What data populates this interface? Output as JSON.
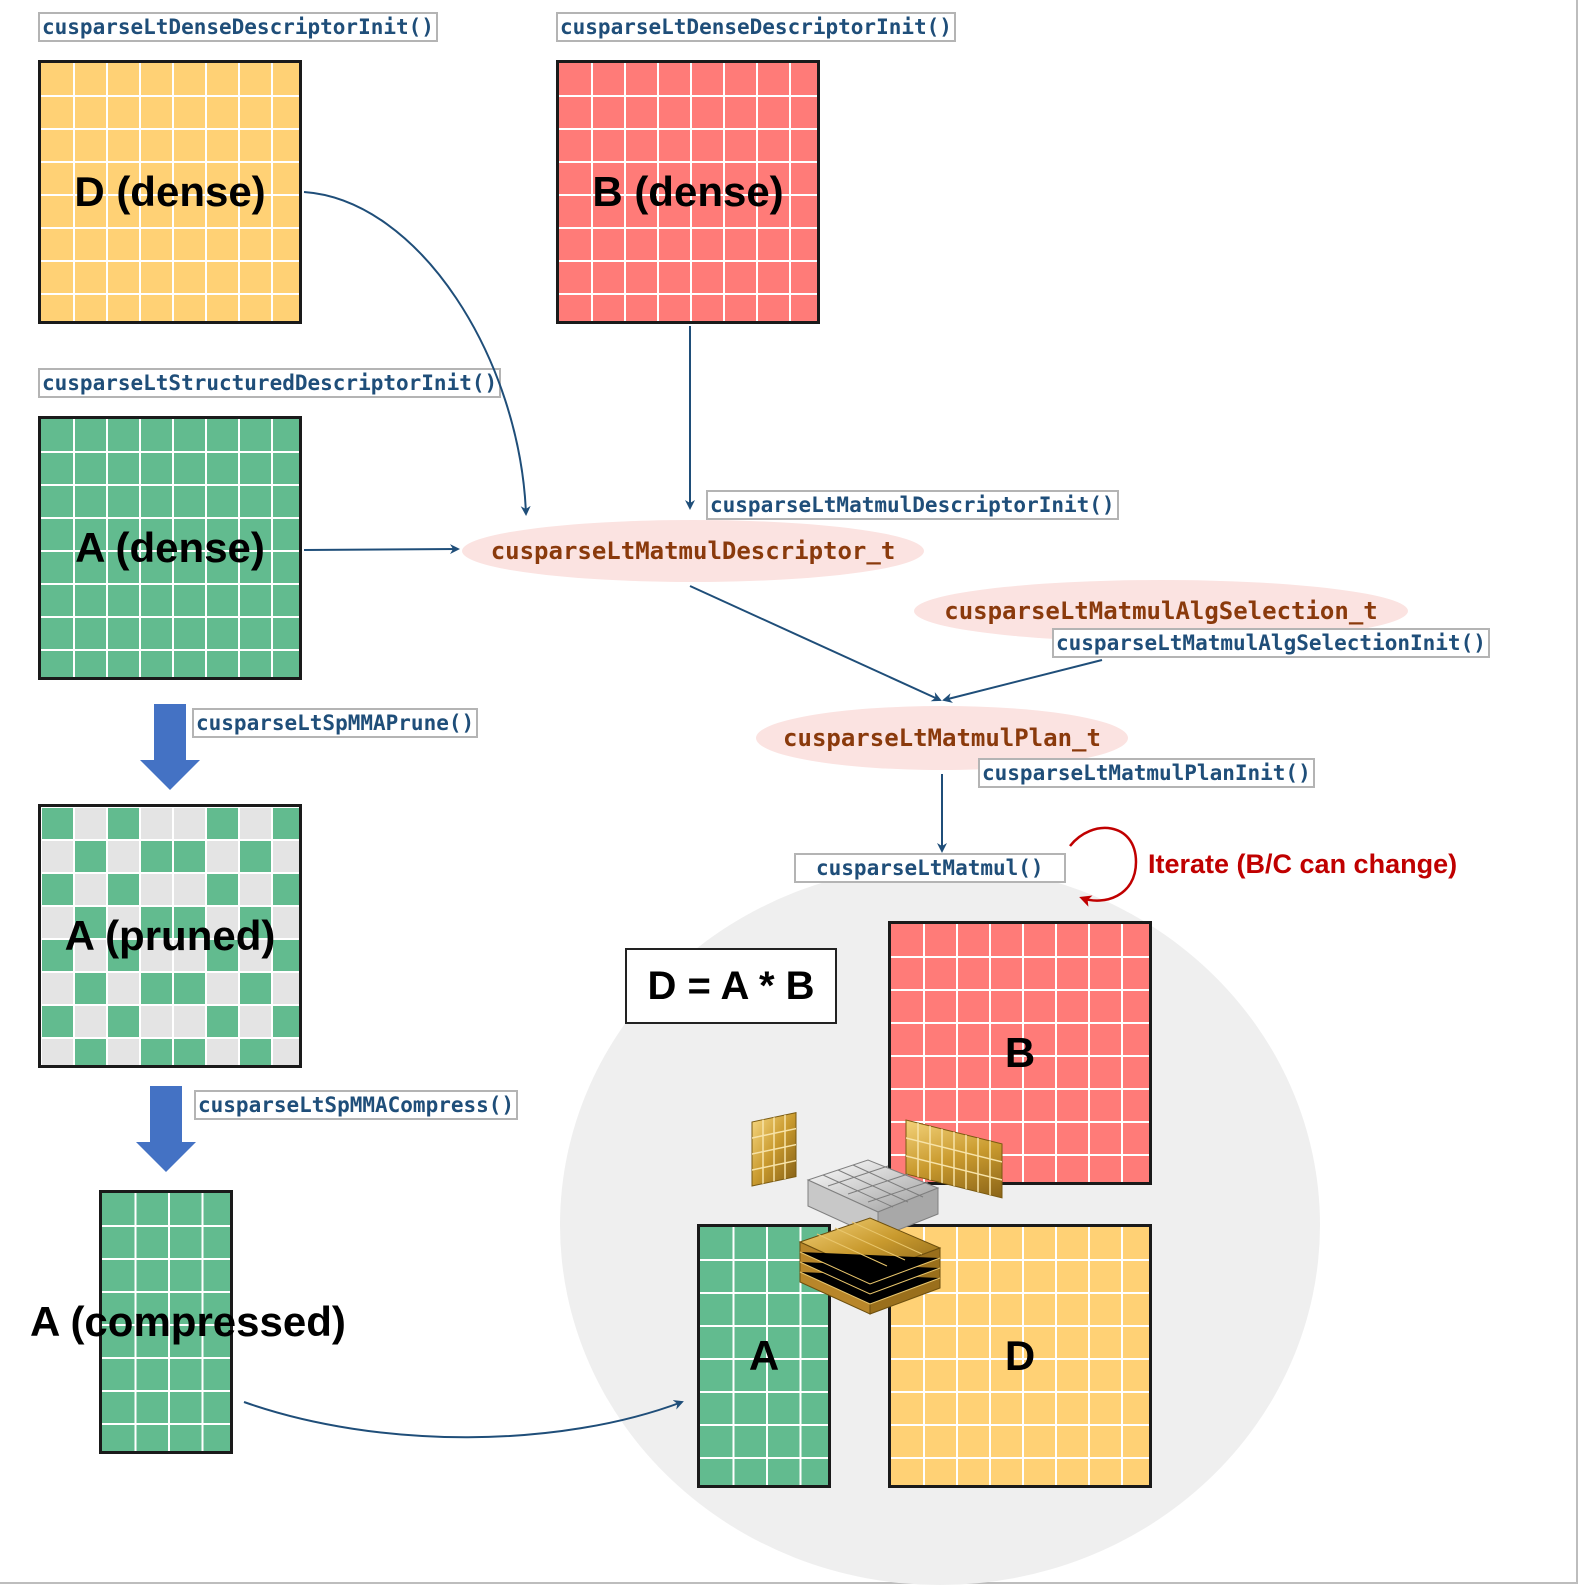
{
  "api_calls": {
    "dense_init_d": "cusparseLtDenseDescriptorInit()",
    "dense_init_b": "cusparseLtDenseDescriptorInit()",
    "structured_init": "cusparseLtStructuredDescriptorInit()",
    "matmul_desc_init": "cusparseLtMatmulDescriptorInit()",
    "alg_selection_init": "cusparseLtMatmulAlgSelectionInit()",
    "plan_init": "cusparseLtMatmulPlanInit()",
    "prune": "cusparseLtSpMMAPrune()",
    "compress": "cusparseLtSpMMACompress()",
    "matmul": "cusparseLtMatmul()"
  },
  "types": {
    "matmul_descriptor": "cusparseLtMatmulDescriptor_t",
    "alg_selection": "cusparseLtMatmulAlgSelection_t",
    "plan": "cusparseLtMatmulPlan_t"
  },
  "matrices": {
    "d_dense": "D (dense)",
    "b_dense": "B (dense)",
    "a_dense": "A (dense)",
    "a_pruned": "A (pruned)",
    "a_compressed": "A (compressed)",
    "result_a": "A",
    "result_b": "B",
    "result_d": "D"
  },
  "equation": "D = A * B",
  "iterate_note": "Iterate (B/C can change)",
  "colors": {
    "yellow": "#ffd175",
    "red": "#ff7b78",
    "green": "#62bb8f",
    "pruned_gray": "#e4e4e4",
    "arrow_blue": "#1f4e79",
    "block_arrow_blue": "#4472c4",
    "iterate_red": "#c00000"
  },
  "icons": [
    "block-down-arrow-icon",
    "loop-arrow-icon",
    "tensor-core-icon"
  ]
}
